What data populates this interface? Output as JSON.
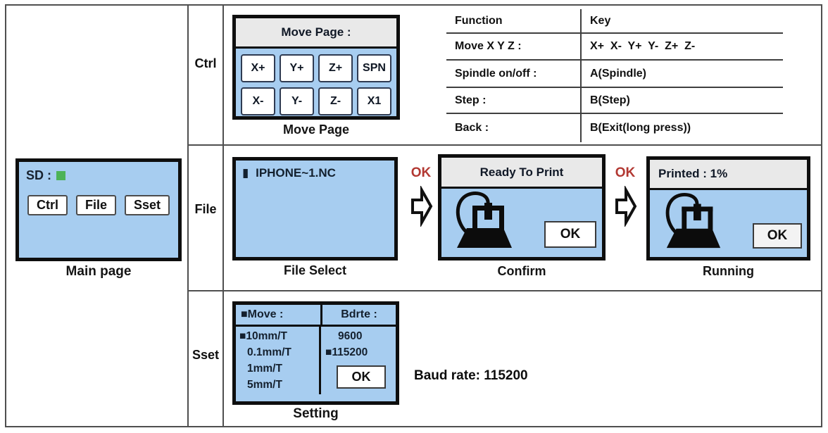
{
  "colors": {
    "screen_bg": "#a7cdf0",
    "screen_border": "#0e0e0e",
    "header_bg": "#e9e9e9",
    "grid_line": "#4f4f4f",
    "ok_red": "#b23832",
    "sd_green": "#4db357"
  },
  "row_labels": {
    "ctrl": "Ctrl",
    "file": "File",
    "sset": "Sset"
  },
  "main_page": {
    "sd_label": "SD :",
    "sd_icon": "green-square-status",
    "buttons": [
      "Ctrl",
      "File",
      "Sset"
    ],
    "caption": "Main page"
  },
  "move_page": {
    "title": "Move Page :",
    "buttons": [
      "X+",
      "Y+",
      "Z+",
      "SPN",
      "X-",
      "Y-",
      "Z-",
      "X1"
    ],
    "caption": "Move Page"
  },
  "key_table": {
    "headers": [
      "Function",
      "Key"
    ],
    "rows": [
      {
        "function": "Move X Y Z :",
        "key": "X+  X-  Y+  Y-  Z+  Z-"
      },
      {
        "function": "Spindle on/off :",
        "key": "A(Spindle)"
      },
      {
        "function": "Step :",
        "key": "B(Step)"
      },
      {
        "function": "Back :",
        "key": "B(Exit(long press))"
      }
    ]
  },
  "file_flow": {
    "file_select": {
      "cursor": "▮",
      "file_name": "IPHONE~1.NC",
      "caption": "File Select"
    },
    "ok_arrow_label": "OK",
    "confirm": {
      "title": "Ready To Print",
      "ok_button": "OK",
      "caption": "Confirm"
    },
    "running": {
      "title": "Printed : 1%",
      "ok_button": "OK",
      "caption": "Running"
    }
  },
  "setting": {
    "move_header": "■Move :",
    "bdrte_header": "Bdrte :",
    "move_options": [
      "■10mm/T",
      "0.1mm/T",
      "1mm/T",
      "5mm/T"
    ],
    "baud_options": [
      "9600",
      "■115200"
    ],
    "ok_button": "OK",
    "caption": "Setting",
    "note": "Baud rate: 115200"
  }
}
